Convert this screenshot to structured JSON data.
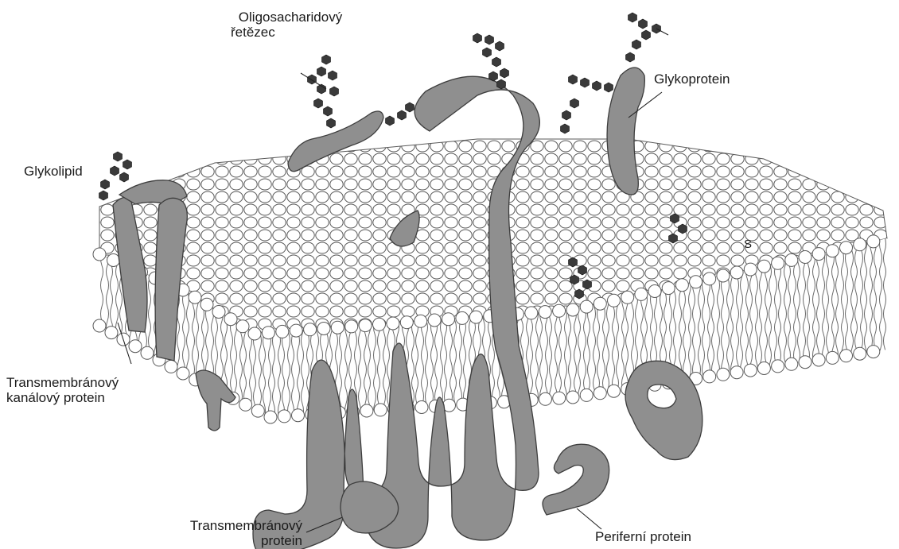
{
  "labels": {
    "oligosaccharide_chain_line1": "Oligosacharidový",
    "oligosaccharide_chain_line2": "řetězec",
    "glycoprotein": "Glykoprotein",
    "glycolipid": "Glykolipid",
    "s_marker": "S",
    "transmembrane_channel_protein_line1": "Transmembránový",
    "transmembrane_channel_protein_line2": "kanálový protein",
    "transmembrane_protein_line1": "Transmembránový",
    "transmembrane_protein_line2": "protein",
    "peripheral_protein": "Periferní protein"
  },
  "colors": {
    "protein_fill": "#8f8f8f",
    "protein_stroke": "#3d3d3d",
    "sugar_fill": "#3a3a3a",
    "lipid_head_fill": "#ffffff",
    "lipid_stroke": "#5a5a5a",
    "leader_line": "#222222"
  }
}
